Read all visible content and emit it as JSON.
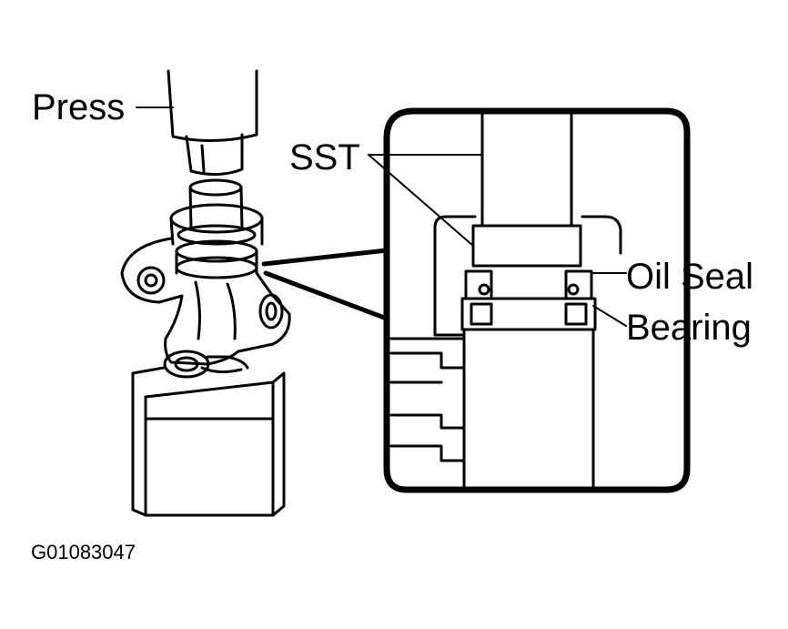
{
  "labels": {
    "press": "Press",
    "sst": "SST",
    "oil_seal": "Oil Seal",
    "bearing": "Bearing",
    "figure_code": "G01083047"
  },
  "colors": {
    "ink": "#000000",
    "paper": "#ffffff"
  }
}
